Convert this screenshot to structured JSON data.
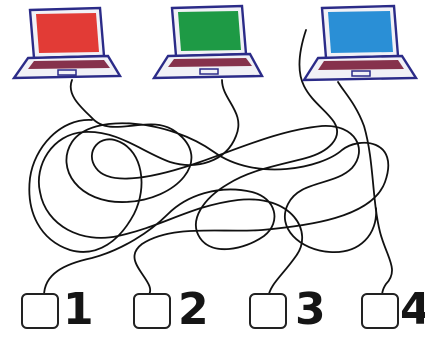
{
  "puzzle": {
    "laptops": [
      {
        "name": "red-laptop",
        "screen_color": "#e23b36"
      },
      {
        "name": "green-laptop",
        "screen_color": "#1e9a45"
      },
      {
        "name": "blue-laptop",
        "screen_color": "#2a8fd6"
      }
    ],
    "boxes": [
      {
        "label": "1"
      },
      {
        "label": "2"
      },
      {
        "label": "3"
      },
      {
        "label": "4"
      }
    ],
    "colors": {
      "outline": "#2b2b88",
      "body_fill": "#f1f1f6",
      "keyboard": "#7a1d3a",
      "wire": "#111111",
      "box_stroke": "#222222"
    }
  }
}
